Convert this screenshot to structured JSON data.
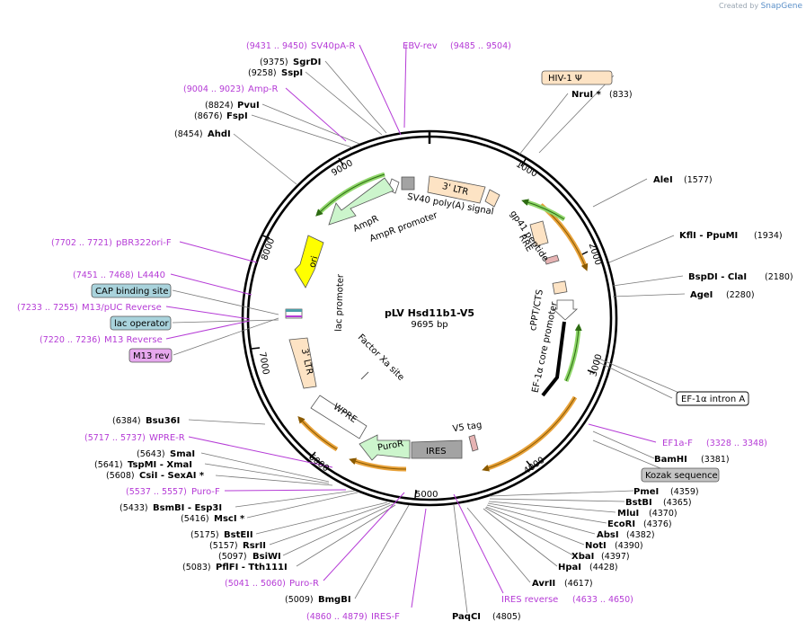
{
  "credit": {
    "prefix": "Created by",
    "brand": "SnapGene"
  },
  "title": "pLV Hsd11b1-V5",
  "length_label": "9695 bp",
  "ticks": [
    "1000",
    "2000",
    "3000",
    "4000",
    "5000",
    "6000",
    "7000",
    "8000",
    "9000"
  ],
  "enzymes": [
    {
      "name": "SgrDI",
      "pos": "(9375)"
    },
    {
      "name": "SspI",
      "pos": "(9258)"
    },
    {
      "name": "PvuI",
      "pos": "(8824)"
    },
    {
      "name": "FspI",
      "pos": "(8676)"
    },
    {
      "name": "AhdI",
      "pos": "(8454)"
    },
    {
      "name": "NruI *",
      "pos": "(833)"
    },
    {
      "name": "AleI",
      "pos": "(1577)"
    },
    {
      "name": "KflI  - PpuMI",
      "pos": "(1934)"
    },
    {
      "name": "BspDI  - ClaI",
      "pos": "(2180)"
    },
    {
      "name": "AgeI",
      "pos": "(2280)"
    },
    {
      "name": "BamHI",
      "pos": "(3381)"
    },
    {
      "name": "PmeI",
      "pos": "(4359)"
    },
    {
      "name": "BstBI",
      "pos": "(4365)"
    },
    {
      "name": "MluI",
      "pos": "(4370)"
    },
    {
      "name": "EcoRI",
      "pos": "(4376)"
    },
    {
      "name": "AbsI",
      "pos": "(4382)"
    },
    {
      "name": "NotI",
      "pos": "(4390)"
    },
    {
      "name": "XbaI",
      "pos": "(4397)"
    },
    {
      "name": "HpaI",
      "pos": "(4428)"
    },
    {
      "name": "AvrII",
      "pos": "(4617)"
    },
    {
      "name": "PaqCI",
      "pos": "(4805)"
    },
    {
      "name": "BmgBI",
      "pos": "(5009)"
    },
    {
      "name": "PflFI  - Tth111I",
      "pos": "(5083)"
    },
    {
      "name": "BsiWI",
      "pos": "(5097)"
    },
    {
      "name": "RsrII",
      "pos": "(5157)"
    },
    {
      "name": "BstEII",
      "pos": "(5175)"
    },
    {
      "name": "MscI *",
      "pos": "(5416)"
    },
    {
      "name": "BsmBI  - Esp3I",
      "pos": "(5433)"
    },
    {
      "name": "CsiI  - SexAI *",
      "pos": "(5608)"
    },
    {
      "name": "TspMI  - XmaI",
      "pos": "(5641)"
    },
    {
      "name": "SmaI",
      "pos": "(5643)"
    },
    {
      "name": "Bsu36I",
      "pos": "(6384)"
    }
  ],
  "primers": [
    {
      "name": "SV40pA-R",
      "pos": "(9431 .. 9450)"
    },
    {
      "name": "EBV-rev",
      "pos": "(9485 .. 9504)"
    },
    {
      "name": "Amp-R",
      "pos": "(9004 .. 9023)"
    },
    {
      "name": "pBR322ori-F",
      "pos": "(7702 .. 7721)"
    },
    {
      "name": "L4440",
      "pos": "(7451 .. 7468)"
    },
    {
      "name": "M13/pUC Reverse",
      "pos": "(7233 .. 7255)"
    },
    {
      "name": "M13 Reverse",
      "pos": "(7220 .. 7236)"
    },
    {
      "name": "EF1a-F",
      "pos": "(3328 .. 3348)"
    },
    {
      "name": "IRES reverse",
      "pos": "(4633 .. 4650)"
    },
    {
      "name": "IRES-F",
      "pos": "(4860 .. 4879)"
    },
    {
      "name": "Puro-R",
      "pos": "(5041 .. 5060)"
    },
    {
      "name": "Puro-F",
      "pos": "(5537 .. 5557)"
    },
    {
      "name": "WPRE-R",
      "pos": "(5717 .. 5737)"
    }
  ],
  "boxed_features": [
    {
      "name": "HIV-1 Ψ",
      "color": "#fde3c4"
    },
    {
      "name": "EF-1α intron A",
      "color": "#ffffff"
    },
    {
      "name": "Kozak sequence",
      "color": "#c4c4c4"
    },
    {
      "name": "CAP binding site",
      "color": "#a9d3dc"
    },
    {
      "name": "lac operator",
      "color": "#a9d3dc"
    },
    {
      "name": "M13 rev",
      "color": "#e6a8ee"
    }
  ],
  "inner_features": {
    "ltr3_top": "3' LTR",
    "sv40": "SV40 poly(A) signal",
    "ampr_promoter": "AmpR promoter",
    "ampr": "AmpR",
    "ori": "ori",
    "lac_promoter": "lac promoter",
    "ltr3_left": "3' LTR",
    "rre": "RRE",
    "gp41": "gp41 peptide",
    "cppt": "cPPT/CTS",
    "ef1a_core": "EF-1α core promoter",
    "factor_xa": "Factor Xa site",
    "wpre": "WPRE",
    "puror": "PuroR",
    "ires": "IRES",
    "v5": "V5 tag"
  },
  "colors": {
    "primer": "#b53bd6",
    "ltr": "#fde3c4",
    "cds_orange": "#e8a23a",
    "cds_green": "#5aa02c",
    "ampr_fill": "#ccf5cc",
    "ori_fill": "#ffff00",
    "ires_fill": "#a3a3a3"
  }
}
